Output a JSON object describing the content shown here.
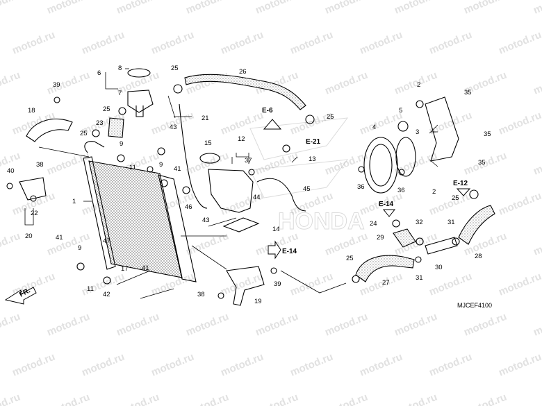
{
  "watermark": "motod.ru",
  "diagram_code": "MJCEF4100",
  "direction_label": "FR.",
  "refs": {
    "e6": "E-6",
    "e21": "E-21",
    "e12": "E-12",
    "e14a": "E-14",
    "e14b": "E-14"
  },
  "callouts": [
    {
      "id": "c1",
      "text": "1"
    },
    {
      "id": "c2a",
      "text": "2"
    },
    {
      "id": "c2b",
      "text": "2"
    },
    {
      "id": "c3",
      "text": "3"
    },
    {
      "id": "c4",
      "text": "4"
    },
    {
      "id": "c5",
      "text": "5"
    },
    {
      "id": "c6",
      "text": "6"
    },
    {
      "id": "c7",
      "text": "7"
    },
    {
      "id": "c8",
      "text": "8"
    },
    {
      "id": "c9a",
      "text": "9"
    },
    {
      "id": "c9b",
      "text": "9"
    },
    {
      "id": "c9c",
      "text": "9"
    },
    {
      "id": "c11a",
      "text": "11"
    },
    {
      "id": "c11b",
      "text": "11"
    },
    {
      "id": "c12",
      "text": "12"
    },
    {
      "id": "c13",
      "text": "13"
    },
    {
      "id": "c14",
      "text": "14"
    },
    {
      "id": "c15",
      "text": "15"
    },
    {
      "id": "c17",
      "text": "17"
    },
    {
      "id": "c18",
      "text": "18"
    },
    {
      "id": "c19",
      "text": "19"
    },
    {
      "id": "c20",
      "text": "20"
    },
    {
      "id": "c21",
      "text": "21"
    },
    {
      "id": "c22",
      "text": "22"
    },
    {
      "id": "c23",
      "text": "23"
    },
    {
      "id": "c24",
      "text": "24"
    },
    {
      "id": "c25a",
      "text": "25"
    },
    {
      "id": "c25b",
      "text": "25"
    },
    {
      "id": "c25c",
      "text": "25"
    },
    {
      "id": "c25d",
      "text": "25"
    },
    {
      "id": "c25e",
      "text": "25"
    },
    {
      "id": "c25f",
      "text": "25"
    },
    {
      "id": "c26",
      "text": "26"
    },
    {
      "id": "c27",
      "text": "27"
    },
    {
      "id": "c28",
      "text": "28"
    },
    {
      "id": "c29",
      "text": "29"
    },
    {
      "id": "c30",
      "text": "30"
    },
    {
      "id": "c31a",
      "text": "31"
    },
    {
      "id": "c31b",
      "text": "31"
    },
    {
      "id": "c32",
      "text": "32"
    },
    {
      "id": "c35a",
      "text": "35"
    },
    {
      "id": "c35b",
      "text": "35"
    },
    {
      "id": "c35c",
      "text": "35"
    },
    {
      "id": "c36a",
      "text": "36"
    },
    {
      "id": "c36b",
      "text": "36"
    },
    {
      "id": "c37",
      "text": "37"
    },
    {
      "id": "c38a",
      "text": "38"
    },
    {
      "id": "c38b",
      "text": "38"
    },
    {
      "id": "c39a",
      "text": "39"
    },
    {
      "id": "c39b",
      "text": "39"
    },
    {
      "id": "c40",
      "text": "40"
    },
    {
      "id": "c41a",
      "text": "41"
    },
    {
      "id": "c41b",
      "text": "41"
    },
    {
      "id": "c41c",
      "text": "41"
    },
    {
      "id": "c42",
      "text": "42"
    },
    {
      "id": "c43a",
      "text": "43"
    },
    {
      "id": "c43b",
      "text": "43"
    },
    {
      "id": "c44",
      "text": "44"
    },
    {
      "id": "c45",
      "text": "45"
    },
    {
      "id": "c46",
      "text": "46"
    },
    {
      "id": "c47",
      "text": "47"
    }
  ]
}
